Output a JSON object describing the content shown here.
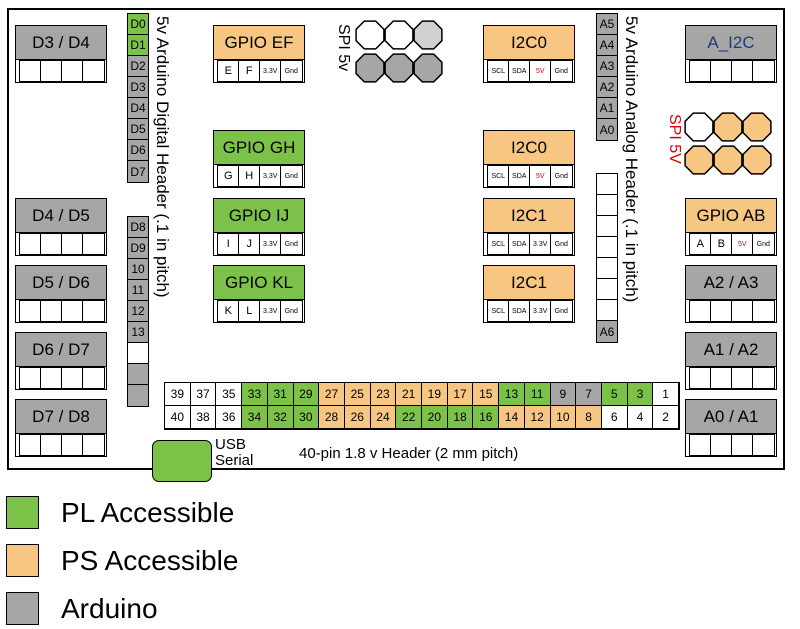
{
  "colors": {
    "pl": "#7cc248",
    "ps": "#f7c683",
    "arduino": "#a6a6a6",
    "spi_red": "#e00000"
  },
  "left_connectors": [
    "D3 / D4",
    "D4 / D5",
    "D5 / D6",
    "D6 / D7",
    "D7 / D8"
  ],
  "right_connectors": [
    "A_I2C",
    "A2 / A3",
    "A1 / A2",
    "A0 / A1"
  ],
  "digital_top": [
    "D0",
    "D1",
    "D2",
    "D3",
    "D4",
    "D5",
    "D6",
    "D7"
  ],
  "digital_bottom": [
    "D8",
    "D9",
    "10",
    "11",
    "12",
    "13",
    "",
    "",
    ""
  ],
  "analog_pins": [
    "A5",
    "A4",
    "A3",
    "A2",
    "A1",
    "A0"
  ],
  "analog_lower_last": "A6",
  "digital_header_label": "5v Arduino Digital Header (.1 in pitch)",
  "analog_header_label": "5v Arduino Analog Header (.1 in pitch)",
  "gpio": {
    "ef": {
      "title": "GPIO EF",
      "pins": [
        "E",
        "F",
        "3.3V",
        "Gnd"
      ]
    },
    "gh": {
      "title": "GPIO GH",
      "pins": [
        "G",
        "H",
        "3.3V",
        "Gnd"
      ]
    },
    "ij": {
      "title": "GPIO IJ",
      "pins": [
        "I",
        "J",
        "3.3V",
        "Gnd"
      ]
    },
    "kl": {
      "title": "GPIO KL",
      "pins": [
        "K",
        "L",
        "3.3V",
        "Gnd"
      ]
    },
    "ab": {
      "title": "GPIO AB",
      "pins": [
        "A",
        "B",
        "5V",
        "Gnd"
      ]
    }
  },
  "i2c": [
    {
      "title": "I2C0",
      "pins": [
        "SCL",
        "SDA",
        "5V",
        "Gnd"
      ]
    },
    {
      "title": "I2C0",
      "pins": [
        "SCL",
        "SDA",
        "5V",
        "Gnd"
      ]
    },
    {
      "title": "I2C1",
      "pins": [
        "SCL",
        "SDA",
        "3.3V",
        "Gnd"
      ]
    },
    {
      "title": "I2C1",
      "pins": [
        "SCL",
        "SDA",
        "3.3V",
        "Gnd"
      ]
    }
  ],
  "spi_top_label": "SPI 5v",
  "spi_right_label": "SPI 5V",
  "header_top": [
    "39",
    "37",
    "35",
    "33",
    "31",
    "29",
    "27",
    "25",
    "23",
    "21",
    "19",
    "17",
    "15",
    "13",
    "11",
    "9",
    "7",
    "5",
    "3",
    "1"
  ],
  "header_top_color": [
    "w",
    "w",
    "w",
    "g",
    "g",
    "g",
    "o",
    "o",
    "o",
    "o",
    "o",
    "o",
    "o",
    "g",
    "g",
    "a",
    "a",
    "g",
    "g",
    "w"
  ],
  "header_bottom": [
    "40",
    "38",
    "36",
    "34",
    "32",
    "30",
    "28",
    "26",
    "24",
    "22",
    "20",
    "18",
    "16",
    "14",
    "12",
    "10",
    "8",
    "6",
    "4",
    "2"
  ],
  "header_bottom_color": [
    "w",
    "w",
    "w",
    "g",
    "g",
    "g",
    "o",
    "o",
    "o",
    "g",
    "g",
    "g",
    "g",
    "o",
    "o",
    "o",
    "o",
    "w",
    "w",
    "w"
  ],
  "header_label": "40-pin 1.8 v  Header (2 mm pitch)",
  "usb_label_1": "USB",
  "usb_label_2": "Serial",
  "legend": {
    "pl": "PL Accessible",
    "ps": "PS Accessible",
    "arduino": "Arduino"
  }
}
